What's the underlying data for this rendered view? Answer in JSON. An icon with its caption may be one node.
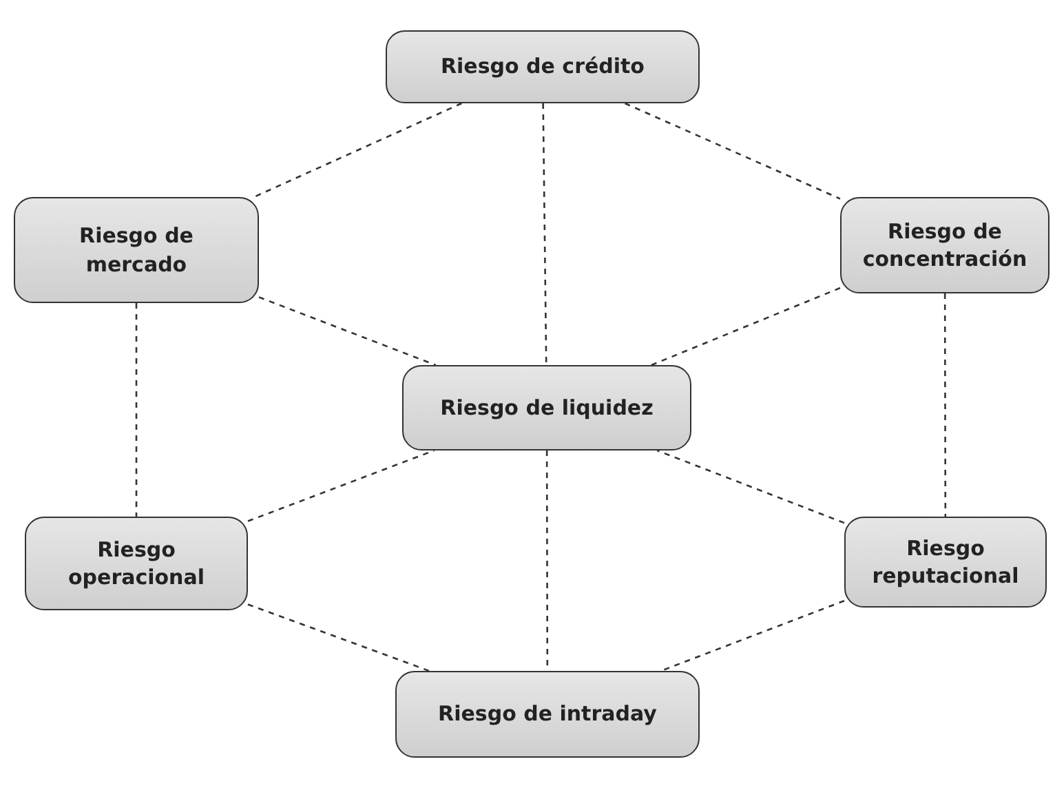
{
  "diagram": {
    "nodes": [
      {
        "text": [
          "Riesgo de crédito"
        ]
      },
      {
        "text": [
          "Riesgo de mercado"
        ]
      },
      {
        "text": [
          "Riesgo de concentración"
        ]
      },
      {
        "text": [
          "Riesgo de liquidez"
        ]
      },
      {
        "text": [
          "Riesgo operacional"
        ]
      },
      {
        "text": [
          "Riesgo reputacional"
        ]
      },
      {
        "text": [
          "Riesgo de intraday"
        ]
      }
    ],
    "edges": [
      {
        "from": 0,
        "to": 1,
        "arrow": "none",
        "style": "dashed"
      },
      {
        "from": 0,
        "to": 2,
        "arrow": "none",
        "style": "dashed"
      },
      {
        "from": 0,
        "to": 3,
        "arrow": "none",
        "style": "dashed"
      },
      {
        "from": 1,
        "to": 3,
        "arrow": "none",
        "style": "dashed"
      },
      {
        "from": 2,
        "to": 3,
        "arrow": "none",
        "style": "dashed"
      },
      {
        "from": 1,
        "to": 4,
        "arrow": "none",
        "style": "dashed"
      },
      {
        "from": 2,
        "to": 5,
        "arrow": "none",
        "style": "dashed"
      },
      {
        "from": 4,
        "to": 3,
        "arrow": "none",
        "style": "dashed"
      },
      {
        "from": 5,
        "to": 3,
        "arrow": "none",
        "style": "dashed"
      },
      {
        "from": 4,
        "to": 6,
        "arrow": "none",
        "style": "dashed"
      },
      {
        "from": 5,
        "to": 6,
        "arrow": "none",
        "style": "dashed"
      },
      {
        "from": 3,
        "to": 6,
        "arrow": "none",
        "style": "dashed"
      }
    ]
  }
}
